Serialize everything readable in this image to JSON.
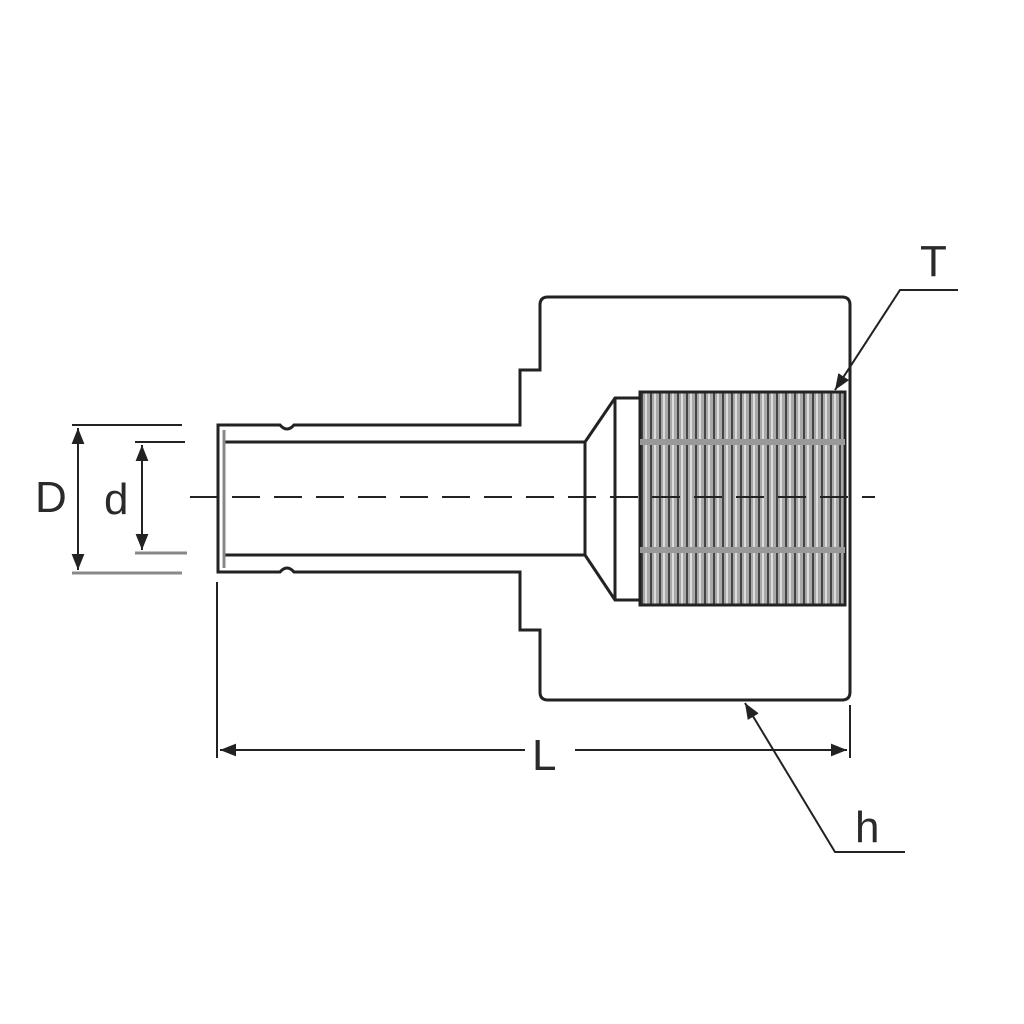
{
  "diagram": {
    "labels": {
      "thread": "T",
      "outer_diameter": "D",
      "inner_diameter": "d",
      "length": "L",
      "hex": "h"
    },
    "colors": {
      "line": "#222222",
      "thread_fill": "#9a9a9a",
      "label": "#2a2a2a"
    }
  }
}
